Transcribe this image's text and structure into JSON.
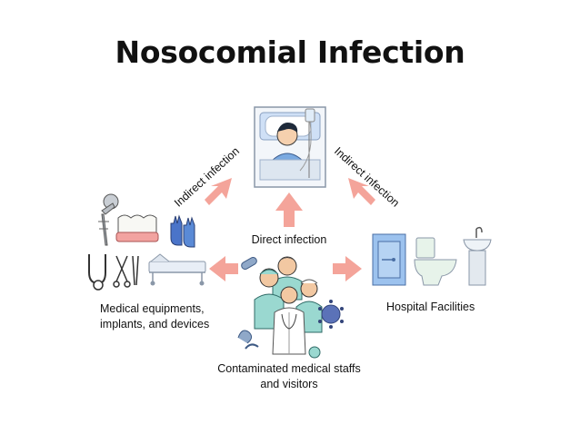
{
  "title": "Nosocomial Infection",
  "center": {
    "patient_bed_icon": "patient-in-hospital-bed",
    "direct_label": "Direct infection"
  },
  "left": {
    "indirect_label": "Indirect infection",
    "node_label_line1": "Medical equipments,",
    "node_label_line2": "implants, and devices",
    "icons": [
      "dental-implant-icon",
      "teeth-icon",
      "gloves-icon",
      "stethoscope-icon",
      "scissors-icon",
      "forceps-icon",
      "hospital-bed-icon"
    ]
  },
  "right": {
    "indirect_label": "Indirect infection",
    "node_label": "Hospital Facilities",
    "icons": [
      "door-icon",
      "toilet-icon",
      "sink-icon"
    ]
  },
  "bottom": {
    "node_label_line1": "Contaminated medical staffs",
    "node_label_line2": "and visitors",
    "icons": [
      "medical-staff-group-icon",
      "bacteria-icon",
      "virus-icon"
    ]
  },
  "colors": {
    "arrow": "#f4a49a",
    "scrubs": "#9ad8d0",
    "bed_frame": "#b8c7d8",
    "door": "#9cc2ee",
    "virus": "#5b72b8"
  }
}
